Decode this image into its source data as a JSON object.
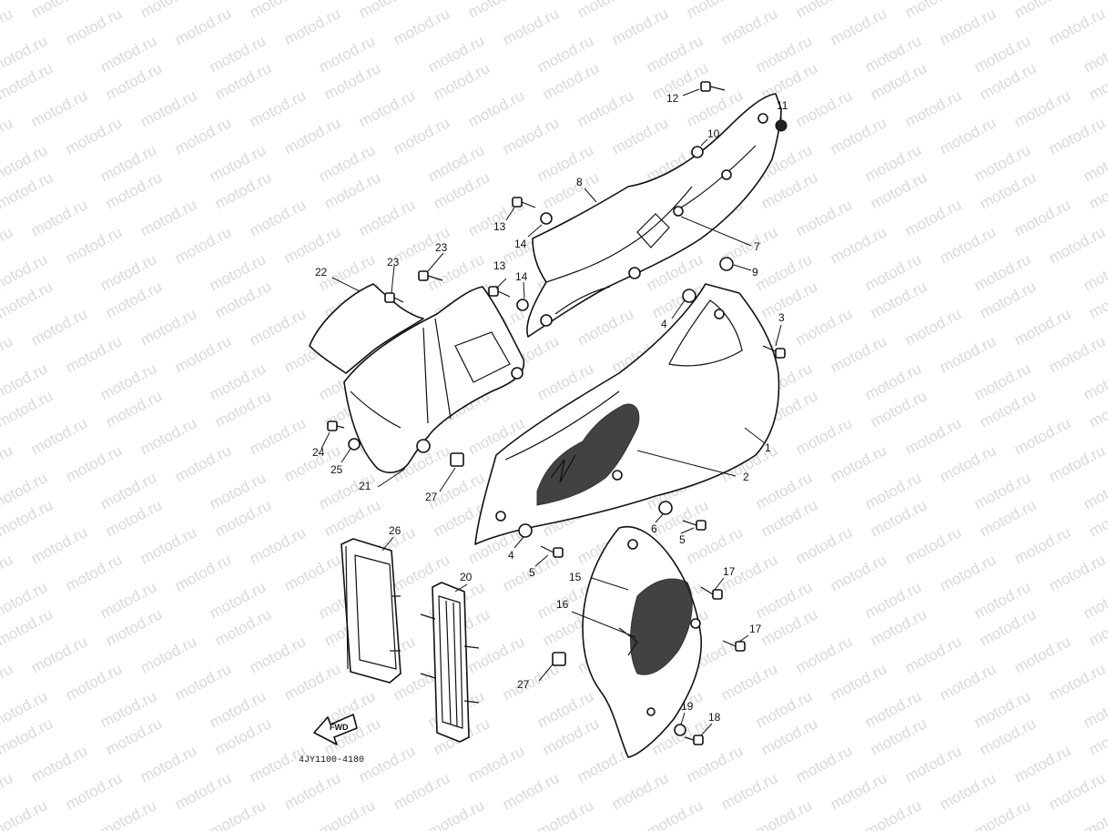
{
  "watermark": "motod.ru",
  "part_code": "4JY1100-4180",
  "fwd_label": "FWD",
  "callouts": [
    "1",
    "2",
    "3",
    "4",
    "4",
    "5",
    "5",
    "6",
    "7",
    "8",
    "9",
    "10",
    "11",
    "12",
    "13",
    "13",
    "14",
    "14",
    "15",
    "16",
    "17",
    "17",
    "18",
    "19",
    "20",
    "21",
    "22",
    "23",
    "23",
    "24",
    "25",
    "26",
    "27",
    "27"
  ]
}
